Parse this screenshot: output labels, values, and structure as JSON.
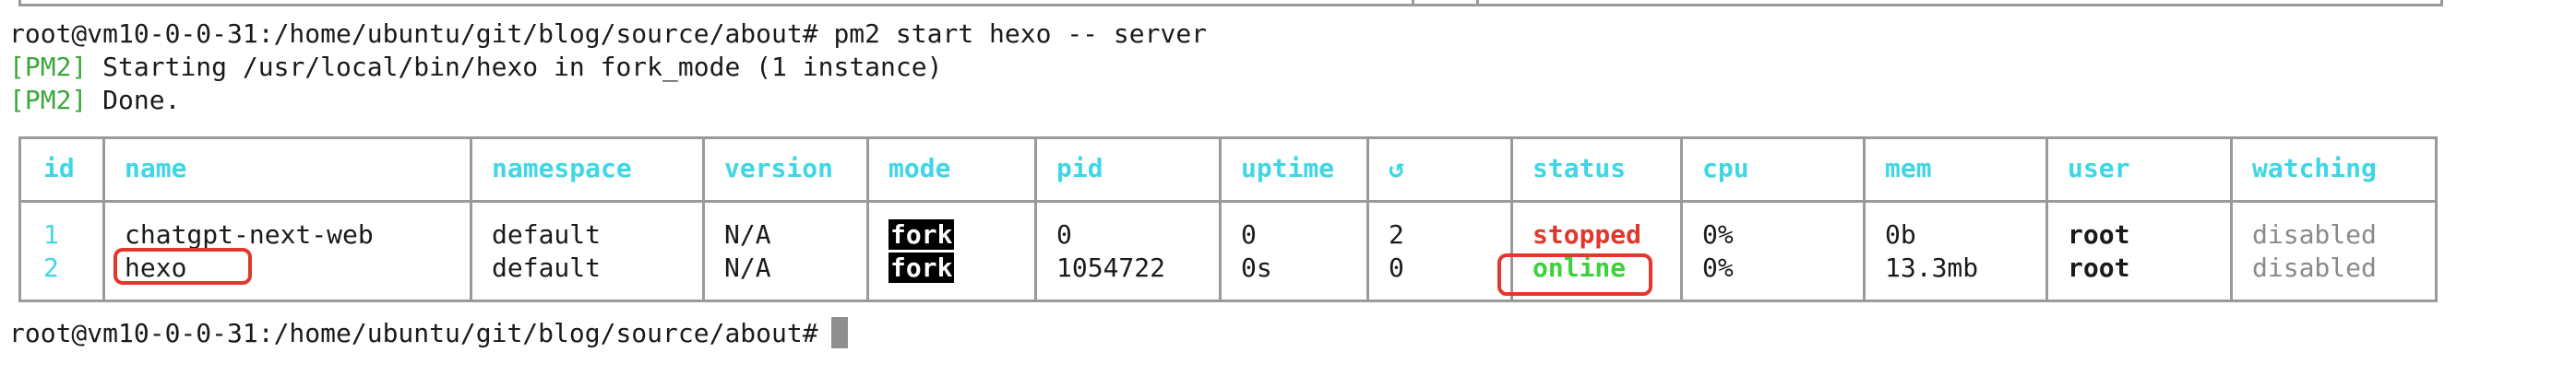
{
  "terminal": {
    "command_line": {
      "prompt": "root@vm10-0-0-31:/home/ubuntu/git/blog/source/about#",
      "command": "pm2 start hexo -- server"
    },
    "output": [
      {
        "tag": "[PM2]",
        "text": "Starting /usr/local/bin/hexo in fork_mode (1 instance)"
      },
      {
        "tag": "[PM2]",
        "text": "Done."
      }
    ],
    "final_prompt": "root@vm10-0-0-31:/home/ubuntu/git/blog/source/about#"
  },
  "pm2_table": {
    "headers": {
      "id": "id",
      "name": "name",
      "namespace": "namespace",
      "version": "version",
      "mode": "mode",
      "pid": "pid",
      "uptime": "uptime",
      "restarts": "↺",
      "status": "status",
      "cpu": "cpu",
      "mem": "mem",
      "user": "user",
      "watching": "watching"
    },
    "rows": [
      {
        "id": "1",
        "name": "chatgpt-next-web",
        "namespace": "default",
        "version": "N/A",
        "mode": "fork",
        "pid": "0",
        "uptime": "0",
        "restarts": "2",
        "status": "stopped",
        "cpu": "0%",
        "mem": "0b",
        "user": "root",
        "watching": "disabled"
      },
      {
        "id": "2",
        "name": "hexo",
        "namespace": "default",
        "version": "N/A",
        "mode": "fork",
        "pid": "1054722",
        "uptime": "0s",
        "restarts": "0",
        "status": "online",
        "cpu": "0%",
        "mem": "13.3mb",
        "user": "root",
        "watching": "disabled"
      }
    ]
  },
  "colors": {
    "header": "#3fd6e6",
    "pm2_tag": "#3aa83a",
    "status_stopped": "#e0382c",
    "status_online": "#3cd23c",
    "disabled": "#8a8a8a",
    "annotation": "#e0382c"
  }
}
